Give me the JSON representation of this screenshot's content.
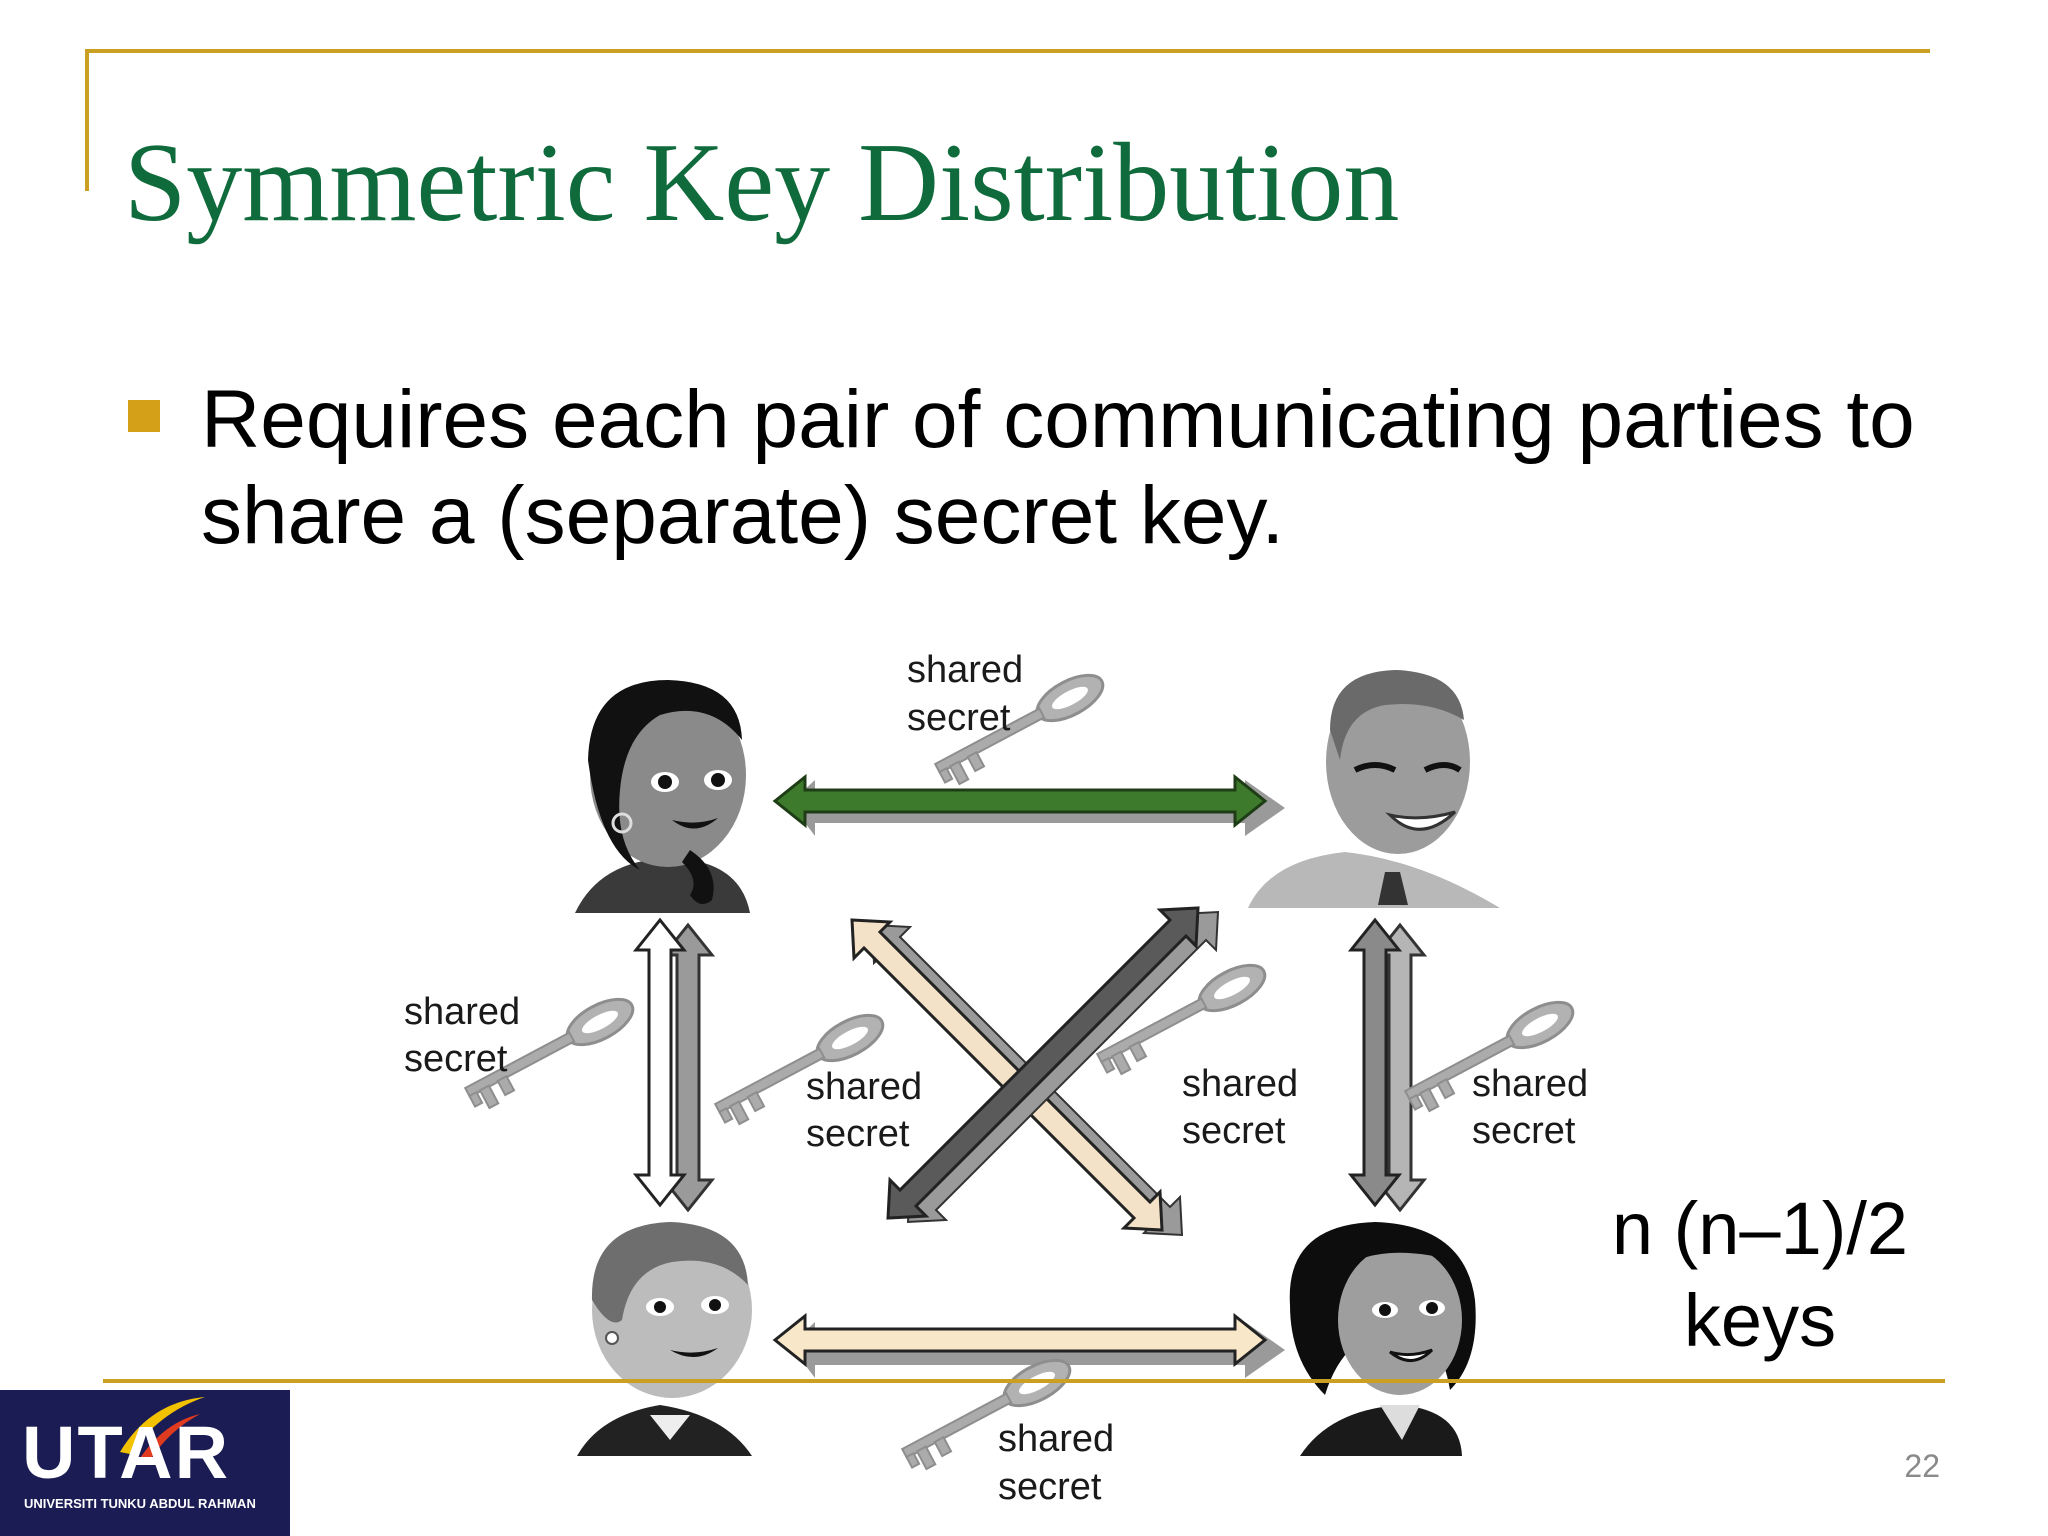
{
  "slide": {
    "title": "Symmetric Key Distribution",
    "bullet": "Requires each pair of communicating parties to share a (separate) secret key.",
    "keys_formula": "n (n–1)/2",
    "keys_word": "keys",
    "page_number": "22"
  },
  "diagram": {
    "people": [
      "woman-top-left",
      "man-top-right",
      "woman-bottom-left",
      "woman-bottom-right"
    ],
    "links": [
      {
        "id": "top",
        "line1": "shared",
        "line2": "secret",
        "arrow_color": "#3d7a2c"
      },
      {
        "id": "left",
        "line1": "shared",
        "line2": "secret",
        "arrow_color": "#ffffff"
      },
      {
        "id": "diag-a",
        "line1": "shared",
        "line2": "secret",
        "arrow_color": "#f3e2c7"
      },
      {
        "id": "diag-b",
        "line1": "shared",
        "line2": "secret",
        "arrow_color": "#5a5a5a"
      },
      {
        "id": "right",
        "line1": "shared",
        "line2": "secret",
        "arrow_color": "#9a9a9a"
      },
      {
        "id": "bottom",
        "line1": "shared",
        "line2": "secret",
        "arrow_color": "#f8e8c9"
      }
    ]
  },
  "logo": {
    "name": "UTAR",
    "subtitle": "UNIVERSITI TUNKU ABDUL RAHMAN"
  },
  "colors": {
    "title": "#0f6b3c",
    "accent_gold": "#c9a021",
    "bullet_gold": "#d4a017",
    "logo_bg": "#1c1c54",
    "key_gray": "#a8a8a8"
  }
}
